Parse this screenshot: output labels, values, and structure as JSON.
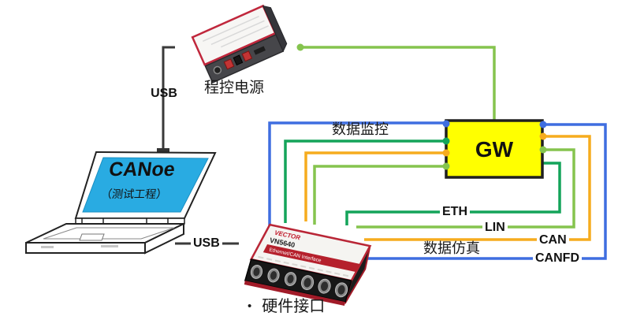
{
  "laptop": {
    "app_name": "CANoe",
    "subtitle": "（测试工程）"
  },
  "gw": {
    "label": "GW",
    "fill": "#ffff00"
  },
  "power_supply": {
    "label": "程控电源"
  },
  "vn_device": {
    "brand": "VECTOR",
    "model": "VN5640",
    "banner": "Ethernet/CAN Interface",
    "bullet": "•",
    "label": "硬件接口"
  },
  "connections": {
    "usb_top": "USB",
    "usb_bottom": "USB",
    "data_monitor": "数据监控",
    "data_sim": "数据仿真",
    "eth": "ETH",
    "lin": "LIN",
    "can": "CAN",
    "canfd": "CANFD"
  },
  "colors": {
    "blue": "#3f6ee0",
    "green_dark": "#14a45a",
    "green_light": "#85c44e",
    "orange": "#f6ac1e",
    "line_black": "#3a3a3a",
    "gw_yellow": "#ffff00",
    "screen_blue": "#29abe2",
    "vector_red": "#b92636"
  }
}
